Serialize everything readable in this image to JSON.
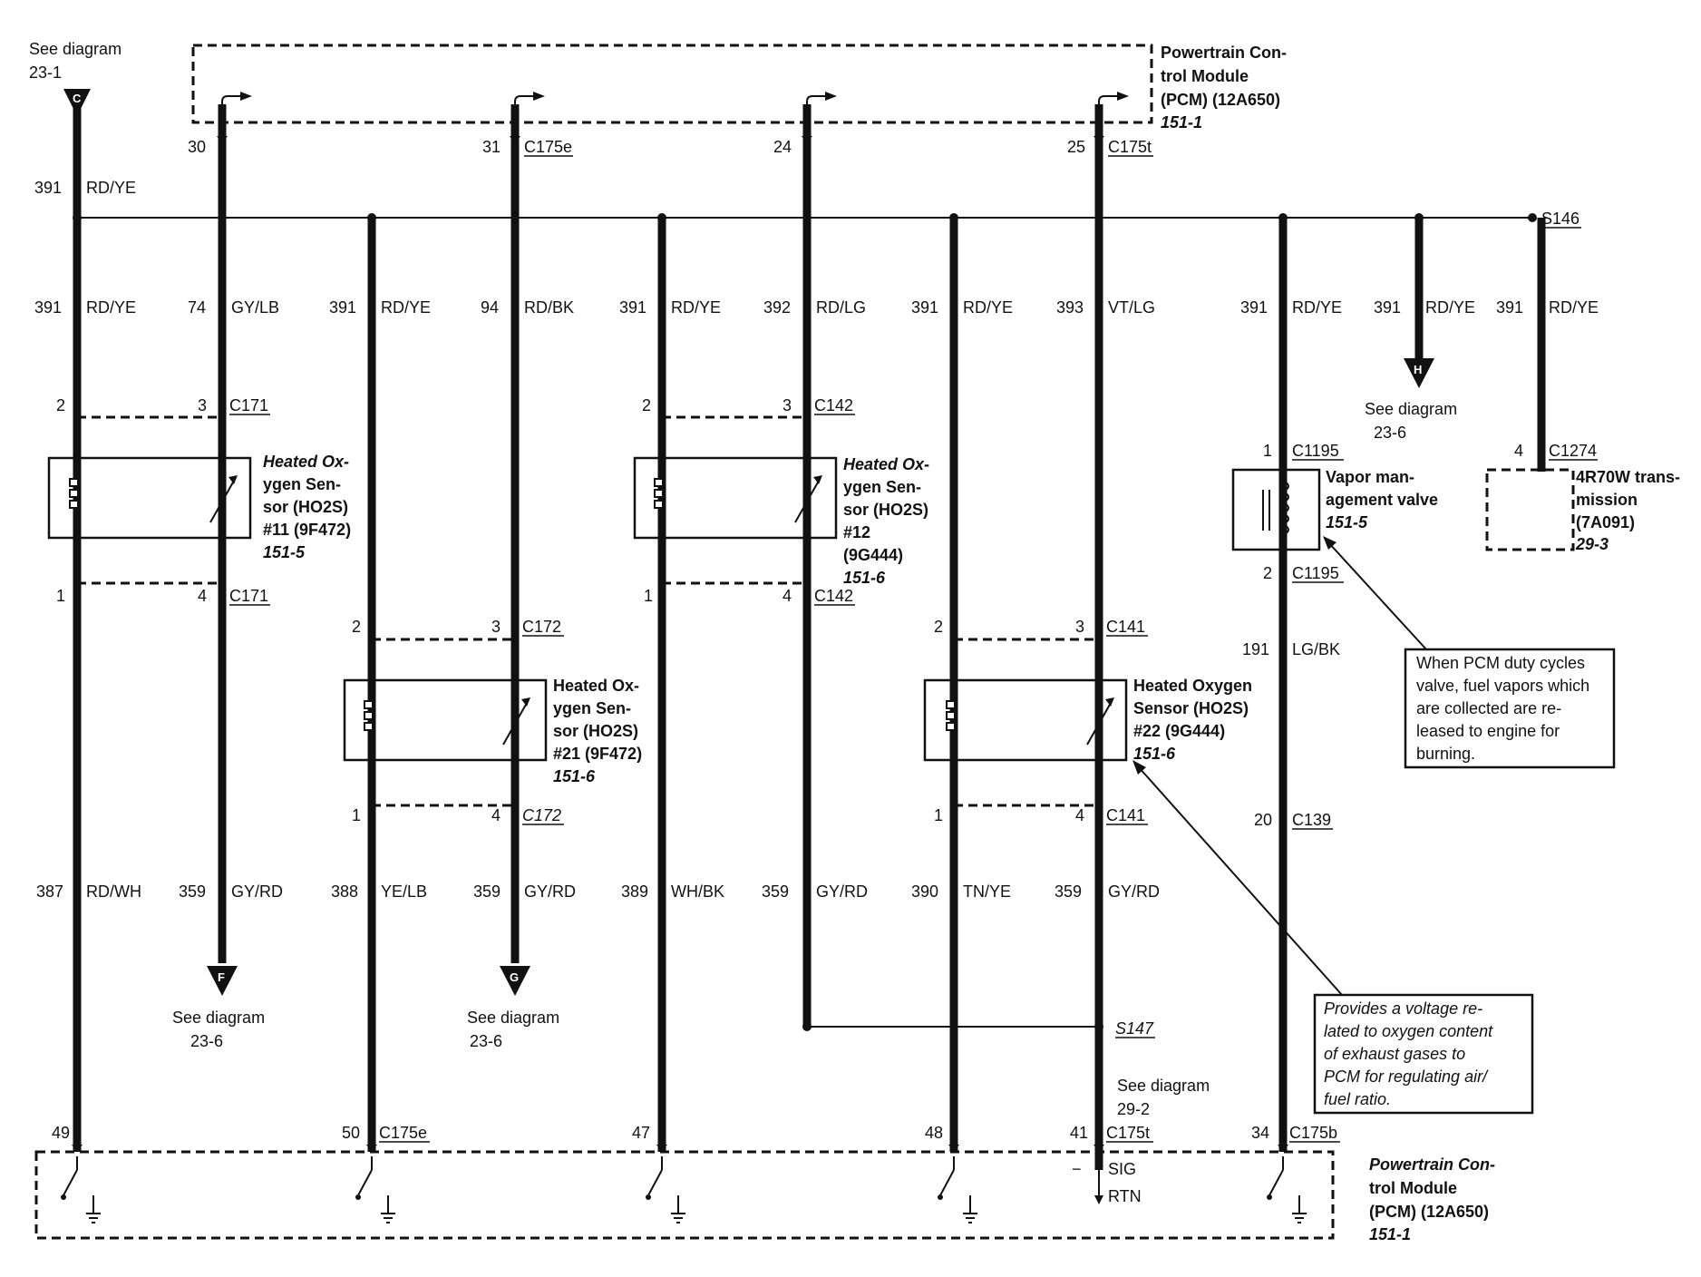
{
  "pcm_top": {
    "lines": [
      "Powertrain Con-",
      "trol Module",
      "(PCM) (12A650)"
    ],
    "ref": "151-1"
  },
  "pcm_bottom": {
    "lines": [
      "Powertrain Con-",
      "trol Module",
      "(PCM) (12A650)"
    ],
    "ref": "151-1"
  },
  "splice_top": "S146",
  "splice_bottom": "S147",
  "see_diagrams": [
    {
      "id": "c",
      "lines": [
        "See diagram",
        "23-1"
      ],
      "letter": "C"
    },
    {
      "id": "h",
      "lines": [
        "See diagram",
        "23-6"
      ],
      "letter": "H"
    },
    {
      "id": "f",
      "lines": [
        "See diagram",
        "23-6"
      ],
      "letter": "F"
    },
    {
      "id": "g",
      "lines": [
        "See diagram",
        "23-6"
      ],
      "letter": "G"
    },
    {
      "id": "s147",
      "lines": [
        "See diagram",
        "29-2"
      ],
      "letter": ""
    }
  ],
  "top_pins": [
    {
      "pin": "30",
      "connector": ""
    },
    {
      "pin": "31",
      "connector": "C175e"
    },
    {
      "pin": "24",
      "connector": ""
    },
    {
      "pin": "25",
      "connector": "C175t"
    }
  ],
  "bottom_pins": [
    {
      "pin": "49",
      "connector": ""
    },
    {
      "pin": "50",
      "connector": "C175e"
    },
    {
      "pin": "47",
      "connector": ""
    },
    {
      "pin": "48",
      "connector": ""
    },
    {
      "pin": "41",
      "connector": "C175t"
    },
    {
      "pin": "34",
      "connector": "C175b"
    }
  ],
  "wires": [
    {
      "circuit": "391",
      "color": "RD/YE"
    },
    {
      "circuit": "391",
      "color": "RD/YE"
    },
    {
      "circuit": "74",
      "color": "GY/LB"
    },
    {
      "circuit": "391",
      "color": "RD/YE"
    },
    {
      "circuit": "94",
      "color": "RD/BK"
    },
    {
      "circuit": "391",
      "color": "RD/YE"
    },
    {
      "circuit": "392",
      "color": "RD/LG"
    },
    {
      "circuit": "391",
      "color": "RD/YE"
    },
    {
      "circuit": "393",
      "color": "VT/LG"
    },
    {
      "circuit": "391",
      "color": "RD/YE"
    },
    {
      "circuit": "391",
      "color": "RD/YE"
    },
    {
      "circuit": "391",
      "color": "RD/YE"
    },
    {
      "circuit": "387",
      "color": "RD/WH"
    },
    {
      "circuit": "359",
      "color": "GY/RD"
    },
    {
      "circuit": "388",
      "color": "YE/LB"
    },
    {
      "circuit": "359",
      "color": "GY/RD"
    },
    {
      "circuit": "389",
      "color": "WH/BK"
    },
    {
      "circuit": "359",
      "color": "GY/RD"
    },
    {
      "circuit": "390",
      "color": "TN/YE"
    },
    {
      "circuit": "359",
      "color": "GY/RD"
    },
    {
      "circuit": "191",
      "color": "LG/BK"
    }
  ],
  "connectors": [
    {
      "pins": [
        "2",
        "3"
      ],
      "name": "C171"
    },
    {
      "pins": [
        "1",
        "4"
      ],
      "name": "C171"
    },
    {
      "pins": [
        "2",
        "3"
      ],
      "name": "C142"
    },
    {
      "pins": [
        "1",
        "4"
      ],
      "name": "C142"
    },
    {
      "pins": [
        "2",
        "3"
      ],
      "name": "C172"
    },
    {
      "pins": [
        "1",
        "4"
      ],
      "name": "C172"
    },
    {
      "pins": [
        "2",
        "3"
      ],
      "name": "C141"
    },
    {
      "pins": [
        "1",
        "4"
      ],
      "name": "C141"
    },
    {
      "pins": [
        "1"
      ],
      "name": "C1195"
    },
    {
      "pins": [
        "2"
      ],
      "name": "C1195"
    },
    {
      "pins": [
        "20"
      ],
      "name": "C139"
    },
    {
      "pins": [
        "4"
      ],
      "name": "C1274"
    }
  ],
  "sensors": [
    {
      "lines": [
        "Heated Ox-",
        "ygen Sen-",
        "sor (HO2S)",
        "#11 (9F472)"
      ],
      "ref": "151-5"
    },
    {
      "lines": [
        "Heated Ox-",
        "ygen Sen-",
        "sor (HO2S)",
        "#12",
        "(9G444)"
      ],
      "ref": "151-6"
    },
    {
      "lines": [
        "Heated Ox-",
        "ygen Sen-",
        "sor (HO2S)",
        "#21 (9F472)"
      ],
      "ref": "151-6"
    },
    {
      "lines": [
        "Heated Oxygen",
        "Sensor (HO2S)",
        "#22 (9G444)"
      ],
      "ref": "151-6"
    }
  ],
  "vapor_valve": {
    "lines": [
      "Vapor man-",
      "agement valve"
    ],
    "ref": "151-5"
  },
  "transmission": {
    "lines": [
      "4R70W trans-",
      "mission",
      "(7A091)"
    ],
    "ref": "29-3"
  },
  "note_vapor": [
    "When PCM duty cycles",
    "valve, fuel vapors which",
    "are collected are re-",
    "leased to engine for",
    "burning."
  ],
  "note_o2": [
    "Provides a voltage re-",
    "lated to oxygen content",
    "of exhaust gases to",
    "PCM for regulating air/",
    "fuel ratio."
  ],
  "sig_label": "SIG",
  "rtn_label": "RTN",
  "minus_label": "−"
}
